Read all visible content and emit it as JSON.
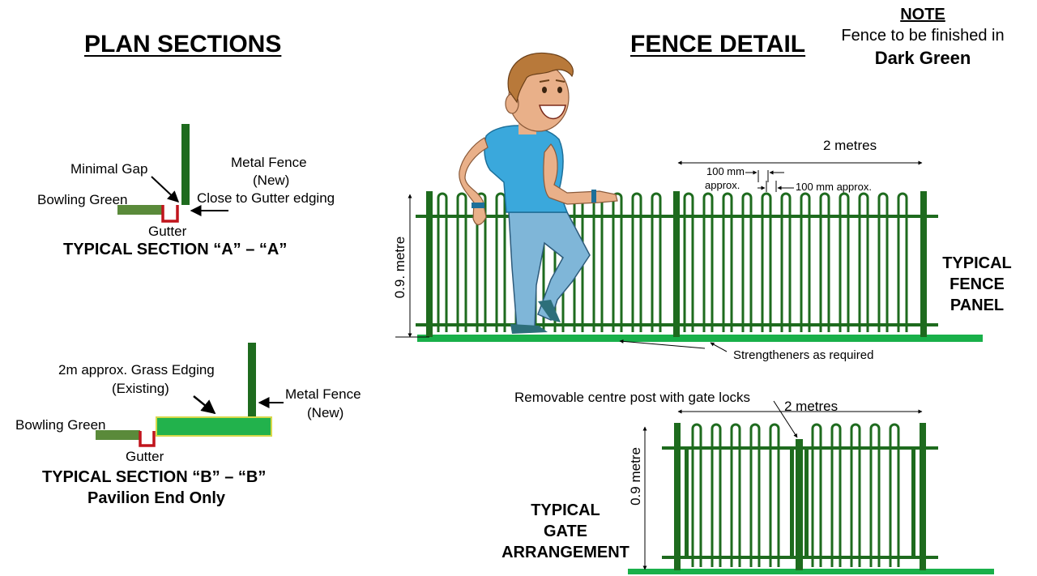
{
  "headings": {
    "plan_sections": "PLAN SECTIONS",
    "fence_detail": "FENCE DETAIL"
  },
  "note": {
    "title": "NOTE",
    "line1": "Fence to be finished in",
    "line2": "Dark Green"
  },
  "section_a": {
    "minimal_gap": "Minimal Gap",
    "bowling_green": "Bowling Green",
    "metal_fence": "Metal Fence",
    "metal_fence_new": "(New)",
    "close_to_gutter": "Close to Gutter edging",
    "gutter": "Gutter",
    "caption": "TYPICAL SECTION “A” – “A”"
  },
  "section_b": {
    "grass_edging": "2m approx. Grass Edging",
    "grass_edging_existing": "(Existing)",
    "bowling_green": "Bowling Green",
    "metal_fence": "Metal Fence",
    "metal_fence_new": "(New)",
    "gutter": "Gutter",
    "caption": "TYPICAL SECTION “B” – “B”",
    "caption_sub": "Pavilion End Only"
  },
  "fence_panel": {
    "width_label": "2 metres",
    "bar_spacing_a": "100 mm",
    "bar_spacing_a2": "approx.",
    "bar_spacing_b": "100 mm approx.",
    "height_label": "0.9. metre",
    "strengtheners": "Strengtheners as required",
    "title1": "TYPICAL",
    "title2": "FENCE",
    "title3": "PANEL"
  },
  "gate": {
    "centre_post": "Removable centre post with gate locks",
    "width_label": "2 metres",
    "height_label": "0.9 metre",
    "title1": "TYPICAL",
    "title2": "GATE",
    "title3": "ARRANGEMENT"
  },
  "colors": {
    "fence_dark_green": "#1e6b1e",
    "base_green": "#19b04a",
    "grass_light": "#22b24c",
    "bowling_green": "#5a8a3a",
    "gutter_red": "#c0141c",
    "shirt_blue": "#3aa8dc",
    "jeans_blue": "#7fb6d8",
    "hair_brown": "#b8793a",
    "skin": "#e9b089"
  }
}
